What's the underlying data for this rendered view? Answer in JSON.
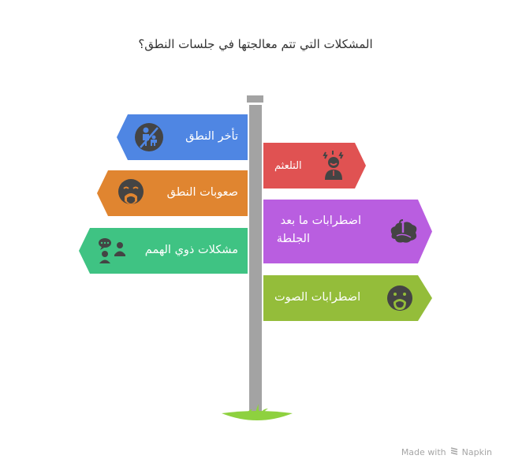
{
  "title": "المشكلات التي تتم معالجتها في جلسات النطق؟",
  "colors": {
    "pole": "#a3a3a3",
    "grass": "#8ed13f",
    "icon": "#444444",
    "text_on_sign": "#ffffff"
  },
  "signs": {
    "left": [
      {
        "label": "تأخر النطق",
        "color": "#4f86e3",
        "icon": "no-children-icon"
      },
      {
        "label": "صعوبات النطق",
        "color": "#e08530",
        "icon": "crying-face-icon"
      },
      {
        "label": "مشكلات ذوي الهمم",
        "color": "#3fc383",
        "icon": "people-chat-icon"
      }
    ],
    "right": [
      {
        "label": "التلعثم",
        "color": "#e05252",
        "icon": "stressed-person-icon"
      },
      {
        "label_line1": "اضطرابات ما بعد",
        "label_line2": "الجلطة",
        "color": "#b95ee0",
        "icon": "brain-stroke-icon"
      },
      {
        "label": "اضطرابات الصوت",
        "color": "#94bd3a",
        "icon": "shouting-face-icon"
      }
    ]
  },
  "footer": {
    "made_with": "Made with",
    "brand": "Napkin"
  }
}
